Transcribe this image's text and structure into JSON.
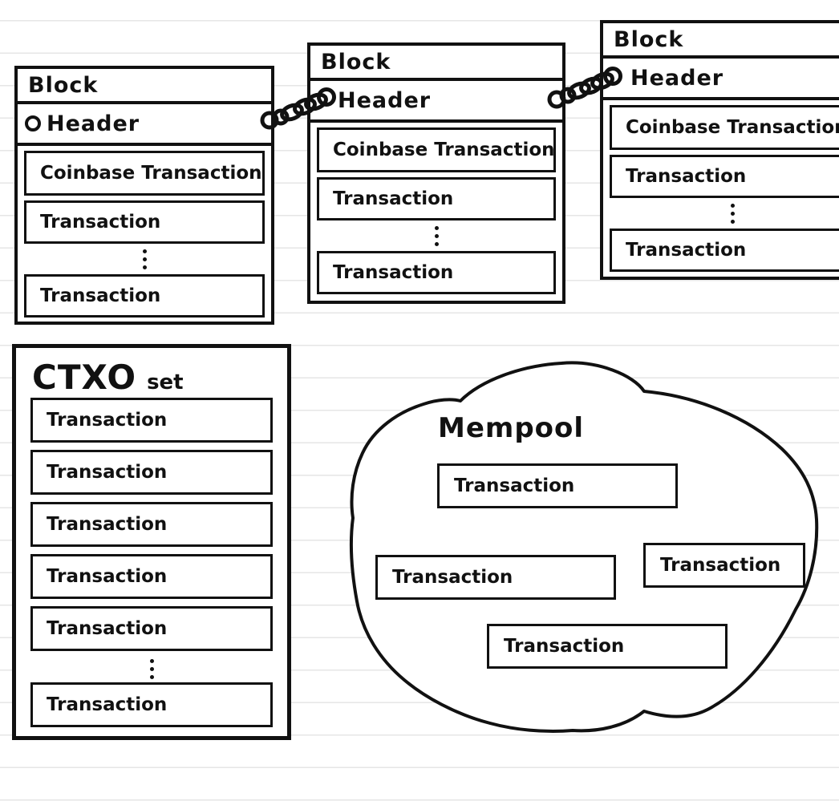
{
  "blocks": [
    {
      "title": "Block",
      "header": "Header",
      "transactions": [
        "Coinbase Transaction",
        "Transaction",
        "Transaction"
      ]
    },
    {
      "title": "Block",
      "header": "Header",
      "transactions": [
        "Coinbase Transaction",
        "Transaction",
        "Transaction"
      ]
    },
    {
      "title": "Block",
      "header": "Header",
      "transactions": [
        "Coinbase Transaction",
        "Transaction",
        "Transaction"
      ]
    }
  ],
  "utxo": {
    "title_main": "CTXO",
    "title_sub": "set",
    "transactions": [
      "Transaction",
      "Transaction",
      "Transaction",
      "Transaction",
      "Transaction",
      "Transaction"
    ]
  },
  "mempool": {
    "title": "Mempool",
    "transactions": [
      "Transaction",
      "Transaction",
      "Transaction",
      "Transaction"
    ]
  },
  "icons": {
    "chain": "chain-link-icon",
    "header_ring": "link-ring-icon",
    "ellipsis": "vertical-dots-icon"
  },
  "colors": {
    "ink": "#111111",
    "paper": "#ffffff",
    "ruled_line": "#e6e6e6"
  }
}
